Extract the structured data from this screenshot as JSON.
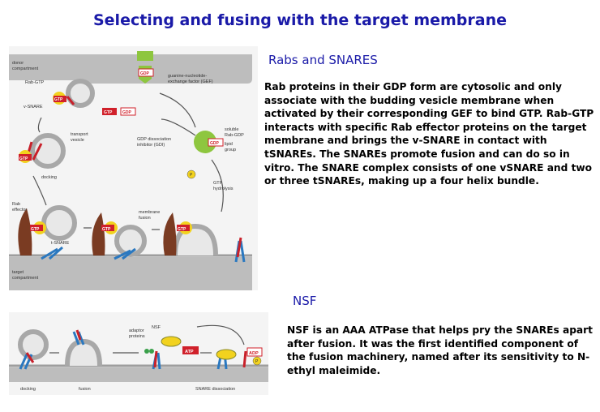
{
  "page_title": "Selecting and fusing with the target membrane",
  "section1": {
    "heading": "Rabs and SNARES",
    "text": "Rab proteins in their GDP form are cytosolic and only associate with the budding vesicle membrane when activated by their corresponding GEF to bind GTP. Rab-GTP interacts with specific Rab effector proteins on the target membrane and brings the v-SNARE in contact with tSNAREs. The SNAREs promote fusion and can do so in vitro. The SNARE complex consists of one vSNARE and two or three tSNAREs, making up a four helix bundle."
  },
  "section2": {
    "heading": "NSF",
    "text": "NSF is an AAA ATPase that helps pry the SNAREs apart after fusion.  It was the first identified component of the fusion machinery, named after its sensitivity to N-ethyl maleimide."
  },
  "figure1": {
    "donor_label_1": "donor",
    "donor_label_2": "compartment",
    "rab_gtp": "Rab-GTP",
    "v_snare": "v-SNARE",
    "transport_1": "transport",
    "transport_2": "vesicle",
    "docking": "docking",
    "rab_eff_1": "Rab",
    "rab_eff_2": "effector",
    "t_snare": "t-SNARE",
    "target_1": "target",
    "target_2": "compartment",
    "gef_1": "guanine-nucleotide-",
    "gef_2": "exchange factor (GEF)",
    "gdi_1": "GDP dissociation",
    "gdi_2": "inhibitor (GDI)",
    "soluble_1": "soluble",
    "soluble_2": "Rab-GDP",
    "lipid_1": "lipid",
    "lipid_2": "group",
    "gtp_h_1": "GTP",
    "gtp_h_2": "hydrolysis",
    "membrane_1": "membrane",
    "membrane_2": "fusion",
    "gtp": "GTP",
    "gdp": "GDP",
    "p": "P"
  },
  "figure2": {
    "adaptor_1": "adaptor",
    "adaptor_2": "proteins",
    "nsf": "NSF",
    "atp": "ATP",
    "adp": "ADP",
    "p": "P",
    "docking": "docking",
    "fusion": "fusion",
    "snare_dissoc": "SNARE dissociation"
  },
  "colors": {
    "heading_blue": "#1a1aa8",
    "membrane_gray": "#b9b9b9",
    "gtp_red": "#d0202a",
    "rab_yellow": "#f2d21e",
    "vsnare_red": "#c8202a",
    "tsnare_blue": "#2a78c0"
  }
}
